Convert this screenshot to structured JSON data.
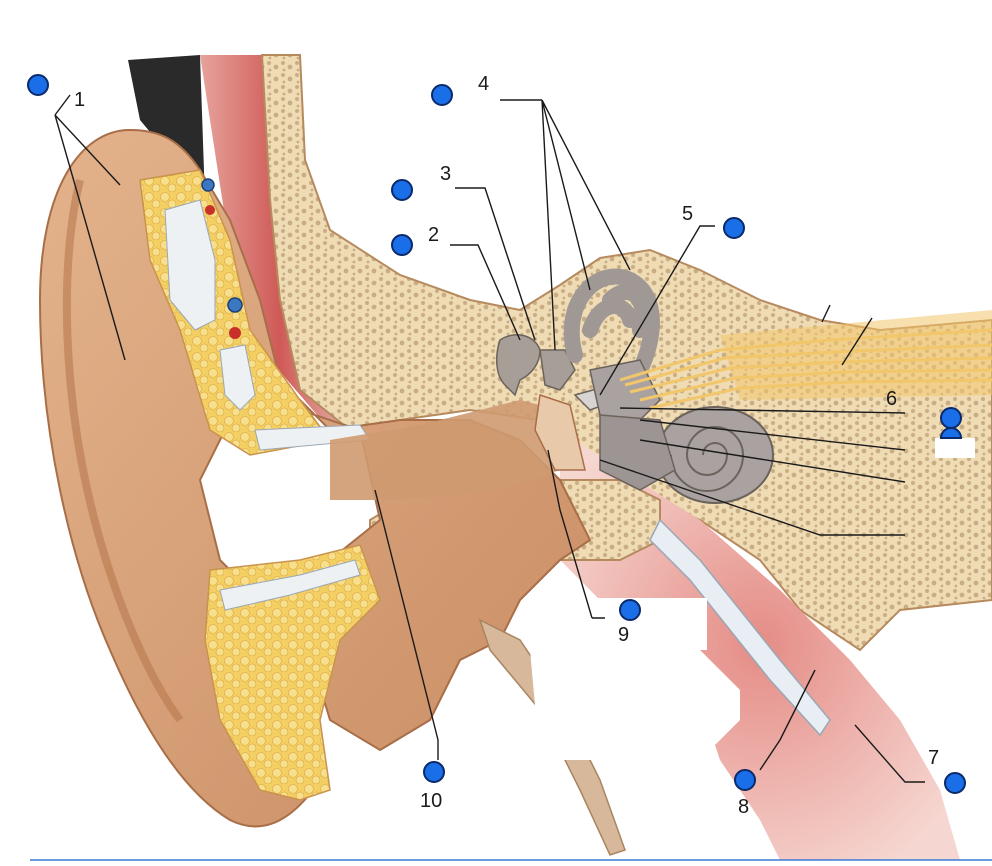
{
  "diagram": {
    "labels": [
      {
        "id": "1",
        "text": "1"
      },
      {
        "id": "2",
        "text": "2"
      },
      {
        "id": "3",
        "text": "3"
      },
      {
        "id": "4",
        "text": "4"
      },
      {
        "id": "5",
        "text": "5"
      },
      {
        "id": "6",
        "text": "6"
      },
      {
        "id": "7",
        "text": "7"
      },
      {
        "id": "8",
        "text": "8"
      },
      {
        "id": "9",
        "text": "9"
      },
      {
        "id": "10",
        "text": "10"
      }
    ],
    "hotspot_count": 13
  },
  "colors": {
    "hotspot_fill": "#1a6ee8",
    "hotspot_stroke": "#0b2a6b",
    "skin": "#d9a57a",
    "skin_dark": "#b9805a",
    "bone": "#efdcb5",
    "fat": "#f5d36a",
    "muscle": "#d9706e",
    "nerve": "#f2c66b",
    "inner_ear": "#a9a2a0",
    "canal_pink": "#efb7ad",
    "bottom_rule": "#3a7bd5"
  }
}
